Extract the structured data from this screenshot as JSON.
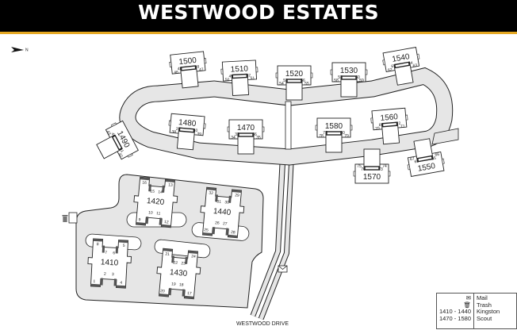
{
  "header": {
    "title": "WESTWOOD ESTATES"
  },
  "compass": {
    "label": "N"
  },
  "road_label": "WESTWOOD DRIVE",
  "colors": {
    "header_bg": "#000000",
    "accent": "#e5a823",
    "pavement": "#e6e6e6",
    "outline": "#222222"
  },
  "legend": {
    "icons": [
      "mail-icon",
      "trash-icon"
    ],
    "left_lines": [
      "1410 - 1440",
      "1470 - 1580"
    ],
    "right_lines": [
      "Mail",
      "Trash",
      "Kingston",
      "Scout"
    ]
  },
  "buildings": [
    {
      "name": "1500",
      "units": [
        "46",
        "45",
        "48",
        "47"
      ]
    },
    {
      "name": "1510",
      "units": [
        "50",
        "49",
        "52",
        "51"
      ]
    },
    {
      "name": "1520",
      "units": [
        "54",
        "53",
        "56",
        "55"
      ]
    },
    {
      "name": "1530",
      "units": [
        "58",
        "57",
        "60",
        "59"
      ]
    },
    {
      "name": "1540",
      "units": [
        "62",
        "61",
        "64",
        "63"
      ]
    },
    {
      "name": "1480",
      "units": [
        "38",
        "37",
        "40",
        "39"
      ]
    },
    {
      "name": "1470",
      "units": [
        "34",
        "33",
        "36",
        "35"
      ]
    },
    {
      "name": "1580",
      "units": [
        "78",
        "77",
        "80",
        "79"
      ]
    },
    {
      "name": "1560",
      "units": [
        "70",
        "69",
        "72",
        "71"
      ]
    },
    {
      "name": "1570",
      "units": [
        "75",
        "76",
        "73",
        "74"
      ]
    },
    {
      "name": "1550",
      "units": [
        "67",
        "68",
        "65",
        "66"
      ]
    },
    {
      "name": "1490",
      "units": [
        "43",
        "44",
        "41",
        "42"
      ]
    }
  ],
  "clusters": [
    {
      "name": "1420",
      "units": [
        "16",
        "13",
        "15",
        "14",
        "10",
        "11",
        "9",
        "12"
      ]
    },
    {
      "name": "1440",
      "units": [
        "32",
        "29",
        "31",
        "30",
        "26",
        "27",
        "25",
        "28"
      ]
    },
    {
      "name": "1410",
      "units": [
        "8",
        "5",
        "7",
        "6",
        "2",
        "3",
        "1",
        "4"
      ]
    },
    {
      "name": "1430",
      "units": [
        "21",
        "24",
        "22",
        "23",
        "19",
        "18",
        "20",
        "17"
      ]
    }
  ]
}
